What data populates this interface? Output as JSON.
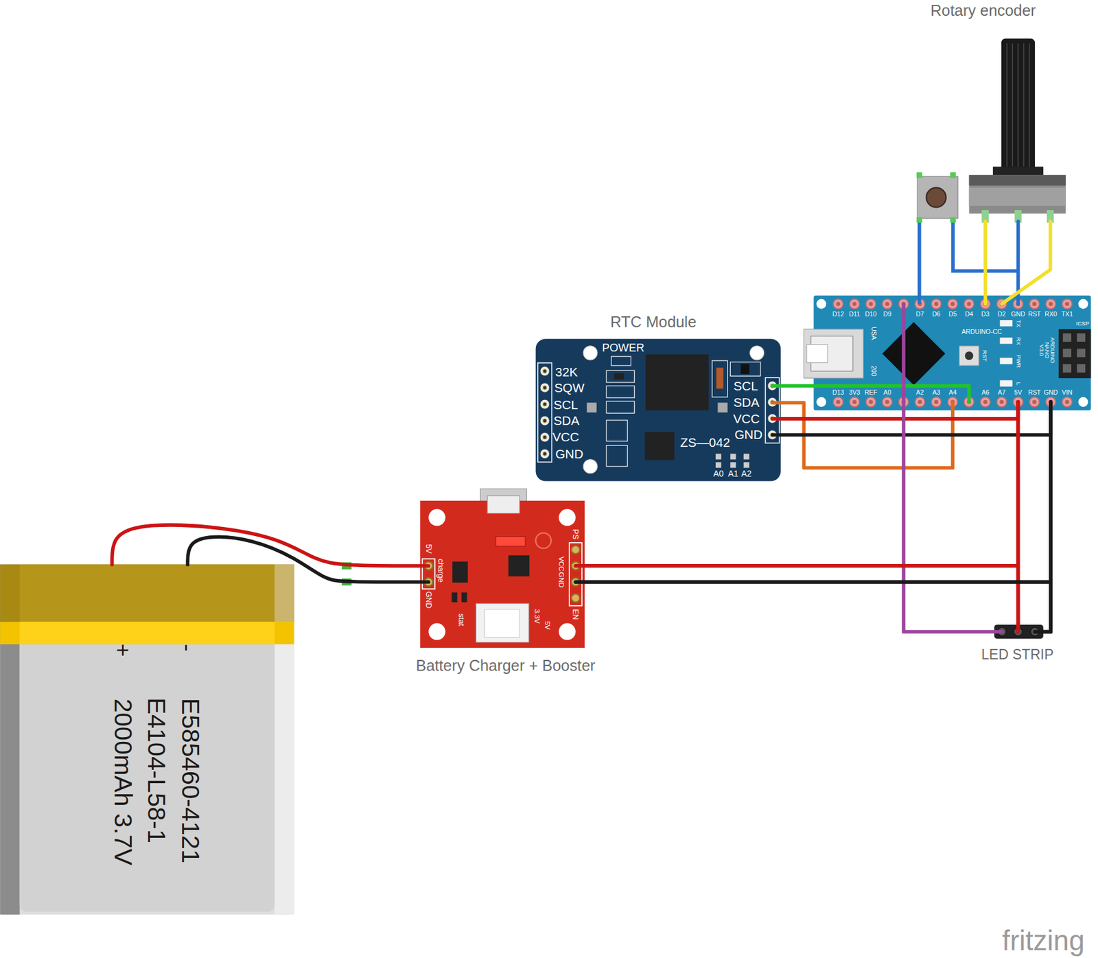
{
  "diagram": {
    "nodes": [
      {
        "text": [
          "Rotary encoder"
        ]
      },
      {
        "text": [
          "RTC Module",
          "POWER",
          "32K",
          "SQW",
          "SCL",
          "SDA",
          "VCC",
          "GND",
          "SCL",
          "SDA",
          "VCC",
          "GND",
          "ZS—042",
          "A0",
          "A1",
          "A2"
        ]
      },
      {
        "text": [
          "D12",
          "D11",
          "D10",
          "D9",
          "D7",
          "D6",
          "D5",
          "D4",
          "D3",
          "D2",
          "GND",
          "RST",
          "RX0",
          "TX1",
          "D13",
          "3V3",
          "REF",
          "A0",
          "A2",
          "A3",
          "A4",
          "A6",
          "A7",
          "5V",
          "RST",
          "GND",
          "VIN",
          "USA",
          "200",
          "ARDUINO-CC",
          "TX",
          "RX",
          "PWR",
          "L",
          "RST",
          "ARDUINO NANO V3.0",
          "ICSP"
        ]
      },
      {
        "text": [
          "Battery Charger + Booster",
          "5V",
          "charge",
          "GND",
          "PS",
          "VCC",
          "GND",
          "EN",
          "stat",
          "3.3V",
          "5V"
        ]
      },
      {
        "text": [
          "LED STRIP"
        ]
      },
      {
        "text": [
          "+",
          "-",
          "E585460-4121",
          "E4104-L58-1",
          "2000mAh 3.7V"
        ]
      }
    ],
    "edges": [
      {
        "from": 1,
        "to": 2,
        "arrow": "none"
      },
      {
        "from": 1,
        "to": 2,
        "arrow": "none"
      },
      {
        "from": 1,
        "to": 2,
        "arrow": "none"
      },
      {
        "from": 1,
        "to": 2,
        "arrow": "none"
      },
      {
        "from": 0,
        "to": 2,
        "arrow": "none"
      },
      {
        "from": 0,
        "to": 2,
        "arrow": "none"
      },
      {
        "from": 0,
        "to": 2,
        "arrow": "none"
      },
      {
        "from": 2,
        "to": 4,
        "arrow": "none"
      },
      {
        "from": 2,
        "to": 4,
        "arrow": "none"
      },
      {
        "from": 2,
        "to": 4,
        "arrow": "none"
      },
      {
        "from": 3,
        "to": 2,
        "arrow": "none"
      },
      {
        "from": 3,
        "to": 4,
        "arrow": "none"
      },
      {
        "from": 3,
        "to": 2,
        "arrow": "none"
      },
      {
        "from": 3,
        "to": 4,
        "arrow": "none"
      },
      {
        "from": 5,
        "to": 3,
        "arrow": "none"
      },
      {
        "from": 5,
        "to": 3,
        "arrow": "none"
      }
    ],
    "labels": [
      "fritzing"
    ]
  }
}
